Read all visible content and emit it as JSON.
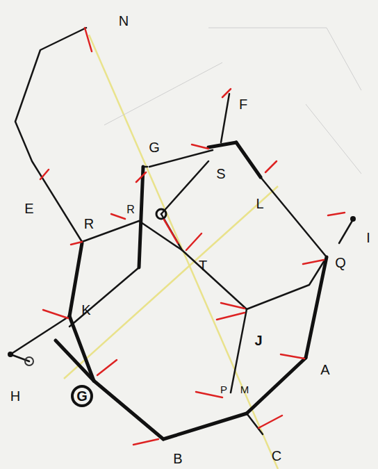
{
  "diagram": {
    "labels": [
      "N",
      "F",
      "G",
      "S",
      "L",
      "E",
      "R",
      "R",
      "Q",
      "T",
      "I",
      "K",
      "J",
      "A",
      "H",
      "G",
      "P",
      "M",
      "C",
      "B"
    ]
  }
}
